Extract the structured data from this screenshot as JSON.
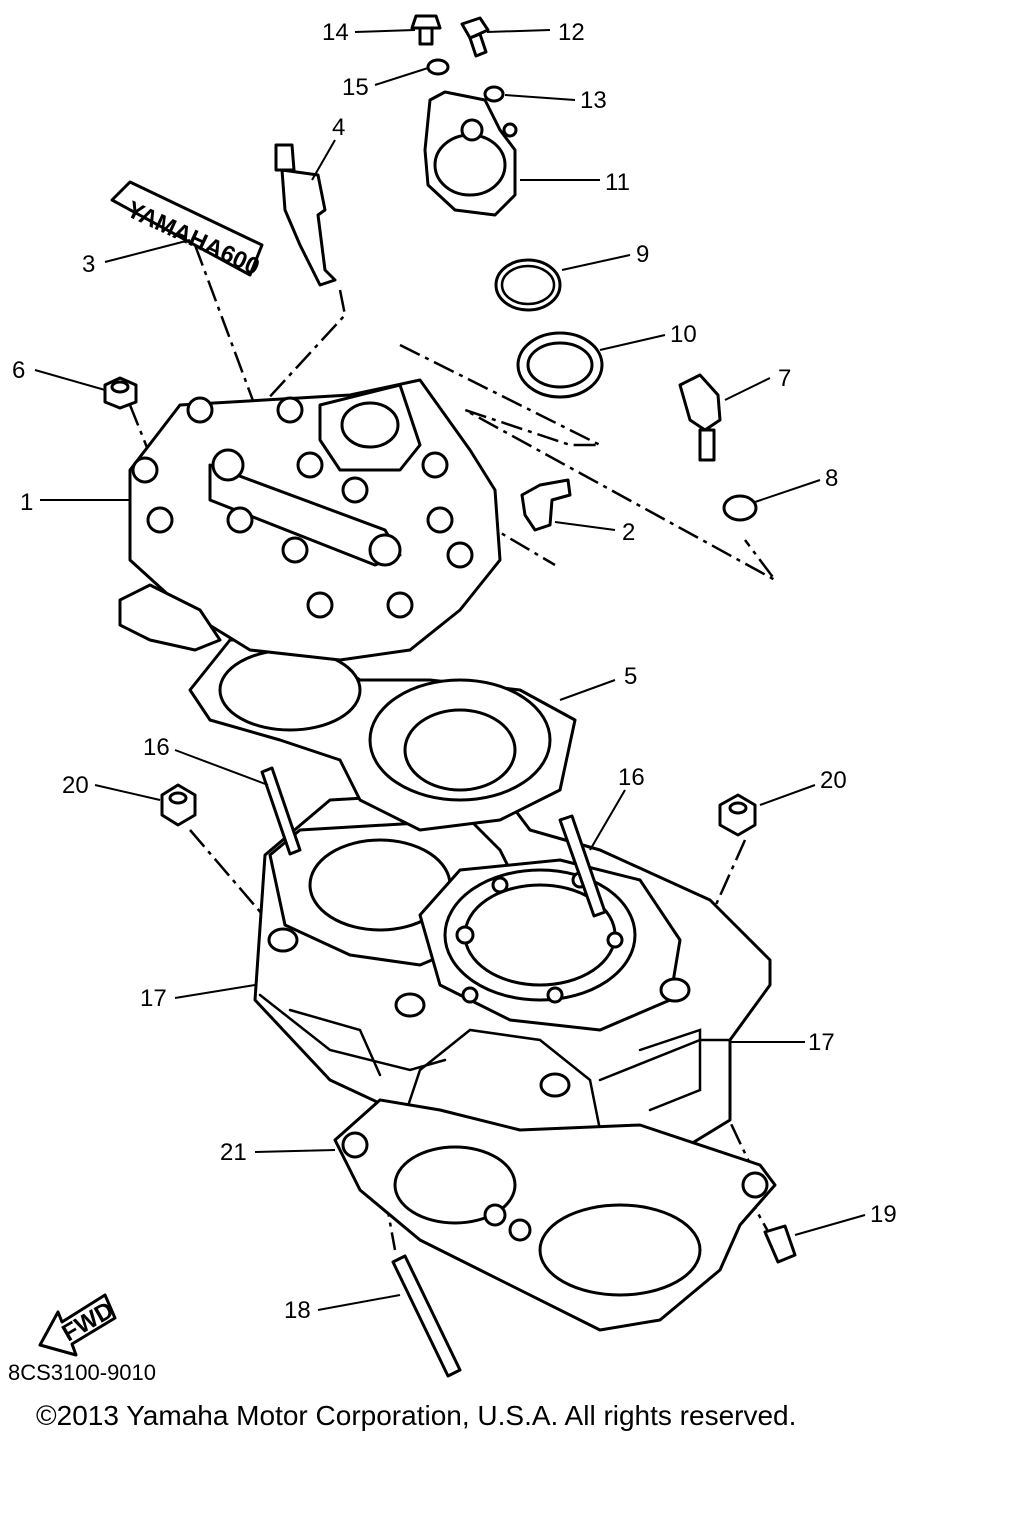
{
  "diagram": {
    "part_code": "8CS3100-9010",
    "copyright": "©2013 Yamaha Motor Corporation, U.S.A. All rights reserved.",
    "fwd_label": "FWD",
    "decal_text": "YAMAHA600",
    "callouts": {
      "c1": "1",
      "c2": "2",
      "c3": "3",
      "c4": "4",
      "c5": "5",
      "c6": "6",
      "c7": "7",
      "c8": "8",
      "c9": "9",
      "c10": "10",
      "c11": "11",
      "c12": "12",
      "c13": "13",
      "c14": "14",
      "c15": "15",
      "c16a": "16",
      "c16b": "16",
      "c17a": "17",
      "c17b": "17",
      "c18": "18",
      "c19": "19",
      "c20a": "20",
      "c20b": "20",
      "c21": "21"
    }
  }
}
